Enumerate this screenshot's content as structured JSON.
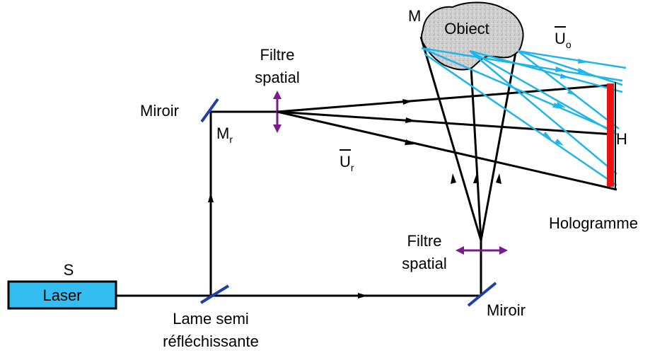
{
  "labels": {
    "source": "S",
    "laser": "Laser",
    "beam_splitter_line1": "Lame semi",
    "beam_splitter_line2": "réfléchissante",
    "mirror_ref": "Miroir",
    "mirror_ref_name": "M",
    "mirror_ref_sub": "r",
    "spatial_filter_top_line1": "Filtre",
    "spatial_filter_top_line2": "spatial",
    "spatial_filter_bottom_line1": "Filtre",
    "spatial_filter_bottom_line2": "spatial",
    "mirror_bottom": "Miroir",
    "object": "Obiect",
    "object_point": "M",
    "object_wave": "U",
    "object_wave_sub": "o",
    "ref_wave": "U",
    "ref_wave_sub": "r",
    "hologram_point": "H",
    "hologram": "Hologramme"
  },
  "colors": {
    "beam": "#000000",
    "object_rays": "#1fb5ea",
    "laser_fill": "#33bdf0",
    "mirror": "#1f3fa8",
    "filter": "#7a1a8c",
    "hologram_plate": "#ee1111",
    "object_fill": "#c8c8c8"
  }
}
